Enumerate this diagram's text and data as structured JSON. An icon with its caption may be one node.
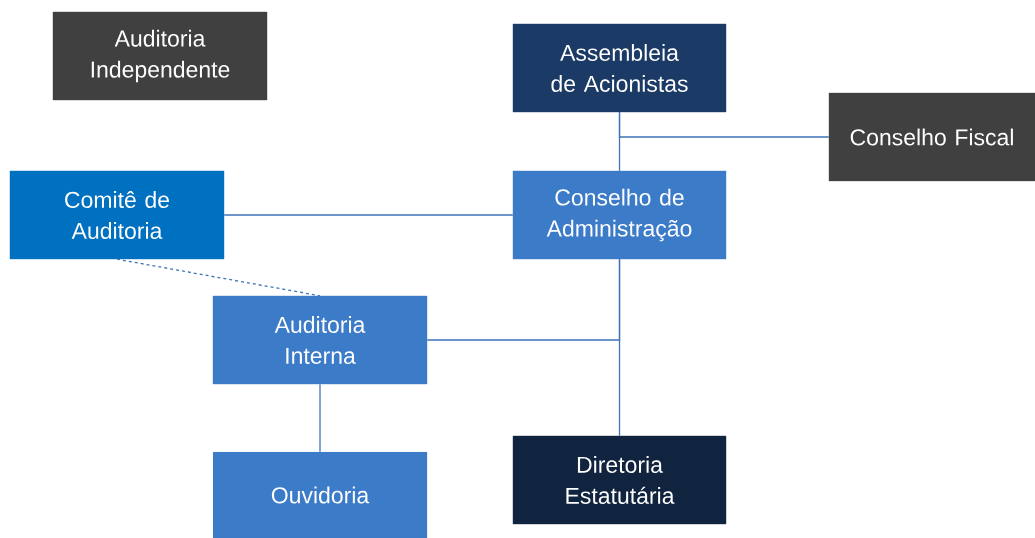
{
  "diagram": {
    "nodes": [
      {
        "text": [
          "Auditoria Independente"
        ]
      },
      {
        "text": [
          "Assembleia de Acionistas"
        ]
      },
      {
        "text": [
          "Conselho Fiscal"
        ]
      },
      {
        "text": [
          "Comitê de Auditoria"
        ]
      },
      {
        "text": [
          "Conselho de Administração"
        ]
      },
      {
        "text": [
          "Auditoria Interna"
        ]
      },
      {
        "text": [
          "Ouvidoria"
        ]
      },
      {
        "text": [
          "Diretoria Estatutária"
        ]
      }
    ],
    "edges": [
      {
        "from": 1,
        "to": 4,
        "arrow": "none"
      },
      {
        "from": 1,
        "to": 2,
        "arrow": "none"
      },
      {
        "from": 3,
        "to": 4,
        "arrow": "none"
      },
      {
        "from": 3,
        "to": 5,
        "arrow": "none",
        "style": "dashed"
      },
      {
        "from": 4,
        "to": 5,
        "arrow": "none"
      },
      {
        "from": 4,
        "to": 7,
        "arrow": "none"
      },
      {
        "from": 5,
        "to": 6,
        "arrow": "none"
      }
    ]
  }
}
